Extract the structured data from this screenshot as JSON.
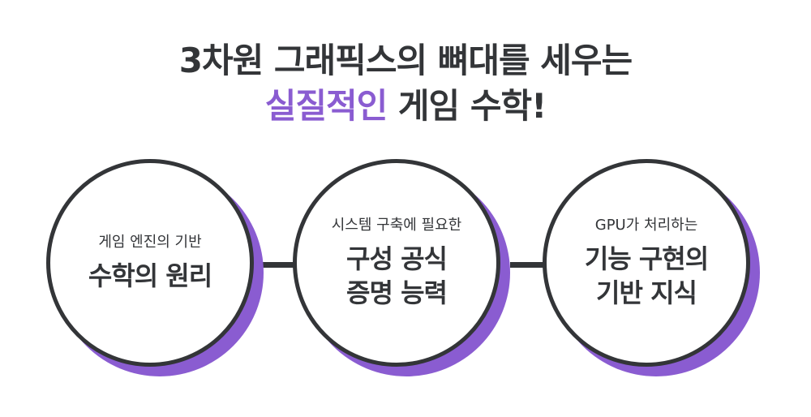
{
  "headline": {
    "line1": "3차원 그래픽스의 뼈대를 세우는",
    "line2_accent": "실질적인",
    "line2_rest": " 게임 수학!"
  },
  "circles": [
    {
      "subtitle": "게임 엔진의 기반",
      "title_line1": "수학의 원리",
      "title_line2": ""
    },
    {
      "subtitle": "시스템 구축에 필요한",
      "title_line1": "구성 공식",
      "title_line2": "증명 능력"
    },
    {
      "subtitle": "GPU가 처리하는",
      "title_line1": "기능 구현의",
      "title_line2": "기반 지식"
    }
  ],
  "colors": {
    "accent": "#8a5cd1",
    "dark": "#333538",
    "background": "#ffffff"
  }
}
